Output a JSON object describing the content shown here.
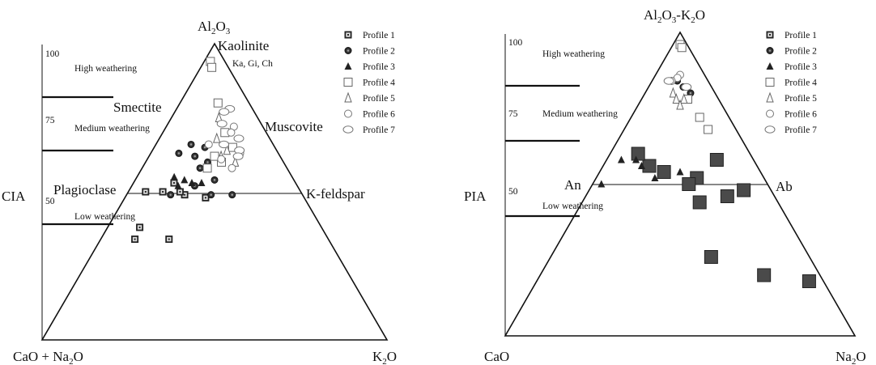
{
  "chart_data": [
    {
      "type": "ternary",
      "apex_labels": {
        "top": "Al2O3",
        "bottom_left": "CaO + Na2O",
        "bottom_right": "K2O"
      },
      "side_labels": {
        "kaolinite": "Kaolinite",
        "kaolinite_sub": "Ka, Gi, Ch",
        "smectite": "Smectite",
        "muscovite": "Muscovite",
        "plagioclase": "Plagioclase",
        "k_feldspar": "K-feldspar"
      },
      "index_label": "CIA",
      "scale_ticks": [
        "100",
        "75",
        "50"
      ],
      "zones": [
        "High weathering",
        "Medium weathering",
        "Low weathering"
      ],
      "legend": [
        "Profile 1",
        "Profile 2",
        "Profile 3",
        "Profile 4",
        "Profile 5",
        "Profile 6",
        "Profile 7"
      ],
      "series": [
        {
          "name": "Profile 1",
          "points": [
            [
              50,
              0.1
            ],
            [
              50,
              0.2
            ],
            [
              49,
              0.33
            ],
            [
              48,
              0.45
            ],
            [
              38,
              0.15
            ],
            [
              34,
              0.15
            ],
            [
              34,
              0.3
            ],
            [
              50,
              0.3
            ],
            [
              53,
              0.25
            ]
          ]
        },
        {
          "name": "Profile 2",
          "points": [
            [
              66,
              0.3
            ],
            [
              65,
              0.42
            ],
            [
              62,
              0.35
            ],
            [
              60,
              0.45
            ],
            [
              58,
              0.4
            ],
            [
              54,
              0.5
            ],
            [
              52,
              0.38
            ],
            [
              49,
              0.6
            ],
            [
              49,
              0.48
            ],
            [
              49,
              0.25
            ],
            [
              63,
              0.22
            ]
          ]
        },
        {
          "name": "Profile 3",
          "points": [
            [
              55,
              0.24
            ],
            [
              54,
              0.31
            ],
            [
              53,
              0.36
            ],
            [
              52,
              0.28
            ],
            [
              53,
              0.42
            ]
          ]
        },
        {
          "name": "Profile 4",
          "points": [
            [
              94,
              0.3
            ],
            [
              92,
              0.4
            ],
            [
              80,
              0.55
            ],
            [
              70,
              0.6
            ],
            [
              65,
              0.65
            ],
            [
              60,
              0.55
            ],
            [
              58,
              0.45
            ],
            [
              62,
              0.5
            ]
          ]
        },
        {
          "name": "Profile 5",
          "points": [
            [
              75,
              0.55
            ],
            [
              68,
              0.52
            ],
            [
              64,
              0.6
            ],
            [
              62,
              0.55
            ],
            [
              60,
              0.65
            ]
          ]
        },
        {
          "name": "Profile 6",
          "points": [
            [
              72,
              0.7
            ],
            [
              66,
              0.45
            ],
            [
              63,
              0.7
            ],
            [
              61,
              0.55
            ],
            [
              58,
              0.62
            ],
            [
              70,
              0.66
            ]
          ]
        },
        {
          "name": "Profile 7",
          "points": [
            [
              78,
              0.7
            ],
            [
              77,
              0.62
            ],
            [
              73,
              0.58
            ],
            [
              68,
              0.72
            ],
            [
              64,
              0.7
            ],
            [
              62,
              0.68
            ],
            [
              66,
              0.58
            ]
          ]
        }
      ]
    },
    {
      "type": "ternary",
      "apex_labels": {
        "top": "Al2O3-K2O",
        "bottom_left": "CaO",
        "bottom_right": "Na2O"
      },
      "side_labels": {
        "an": "An",
        "ab": "Ab"
      },
      "index_label": "PIA",
      "scale_ticks": [
        "100",
        "75",
        "50"
      ],
      "zones": [
        "High weathering",
        "Medium weathering",
        "Low weathering"
      ],
      "legend": [
        "Profile 1",
        "Profile 2",
        "Profile 3",
        "Profile 4",
        "Profile 5",
        "Profile 6",
        "Profile 7"
      ],
      "series": [
        {
          "name": "Profile 1",
          "points": [
            [
              56,
              0.3
            ],
            [
              54,
              0.4
            ],
            [
              52,
              0.6
            ],
            [
              50,
              0.55
            ],
            [
              48,
              0.85
            ],
            [
              46,
              0.75
            ],
            [
              44,
              0.6
            ],
            [
              26,
              0.62
            ],
            [
              20,
              0.8
            ],
            [
              18,
              0.95
            ],
            [
              60,
              0.2
            ],
            [
              58,
              0.75
            ]
          ]
        },
        {
          "name": "Profile 2",
          "points": [
            [
              84,
              0.45
            ],
            [
              82,
              0.55
            ],
            [
              80,
              0.65
            ]
          ]
        },
        {
          "name": "Profile 3",
          "points": [
            [
              58,
              0.1
            ],
            [
              56,
              0.25
            ],
            [
              54,
              0.5
            ],
            [
              52,
              0.35
            ],
            [
              50,
              0.05
            ],
            [
              58,
              0.2
            ]
          ]
        },
        {
          "name": "Profile 4",
          "points": [
            [
              96,
              0.5
            ],
            [
              95,
              0.6
            ],
            [
              78,
              0.6
            ],
            [
              72,
              0.7
            ],
            [
              68,
              0.75
            ]
          ]
        },
        {
          "name": "Profile 5",
          "points": [
            [
              80,
              0.4
            ],
            [
              78,
              0.45
            ],
            [
              78,
              0.55
            ],
            [
              76,
              0.5
            ]
          ]
        },
        {
          "name": "Profile 6",
          "points": [
            [
              86,
              0.5
            ],
            [
              85,
              0.45
            ],
            [
              84,
              0.35
            ]
          ]
        },
        {
          "name": "Profile 7",
          "points": [
            [
              84,
              0.3
            ],
            [
              82,
              0.6
            ]
          ]
        }
      ]
    }
  ]
}
